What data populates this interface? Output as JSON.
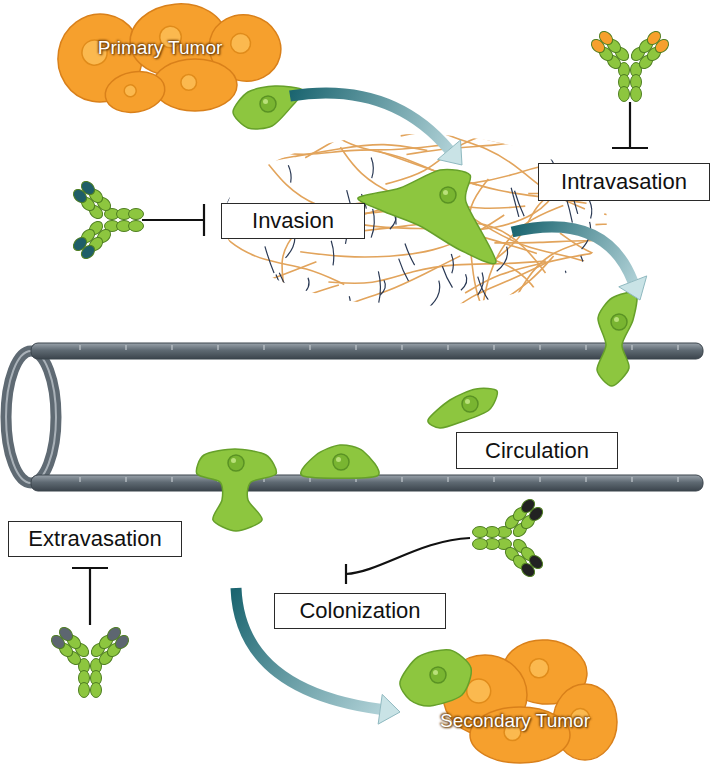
{
  "diagram": {
    "nodes": [
      {
        "text": [
          "Primary Tumor"
        ]
      },
      {
        "text": [
          "Intravasation"
        ]
      },
      {
        "text": [
          "Invasion"
        ]
      },
      {
        "text": [
          "Circulation"
        ]
      },
      {
        "text": [
          "Extravasation"
        ]
      },
      {
        "text": [
          "Colonization"
        ]
      },
      {
        "text": [
          "Secondary Tumor"
        ]
      }
    ]
  }
}
